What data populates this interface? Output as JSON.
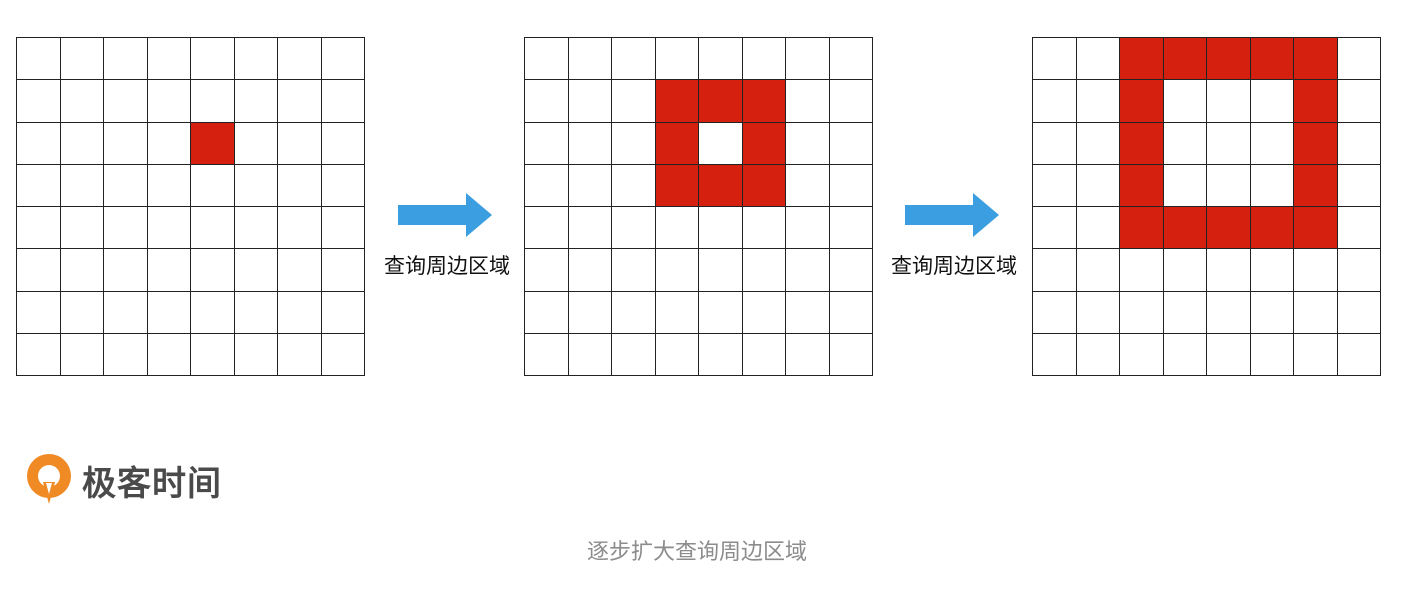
{
  "grids": [
    {
      "rows": 8,
      "cols": 8,
      "filled": [
        [
          2,
          4
        ]
      ]
    },
    {
      "rows": 8,
      "cols": 8,
      "filled": [
        [
          1,
          3
        ],
        [
          1,
          4
        ],
        [
          1,
          5
        ],
        [
          2,
          3
        ],
        [
          2,
          5
        ],
        [
          3,
          3
        ],
        [
          3,
          4
        ],
        [
          3,
          5
        ]
      ]
    },
    {
      "rows": 8,
      "cols": 8,
      "filled": [
        [
          0,
          2
        ],
        [
          0,
          3
        ],
        [
          0,
          4
        ],
        [
          0,
          5
        ],
        [
          0,
          6
        ],
        [
          1,
          2
        ],
        [
          1,
          6
        ],
        [
          2,
          2
        ],
        [
          2,
          6
        ],
        [
          3,
          2
        ],
        [
          3,
          6
        ],
        [
          4,
          2
        ],
        [
          4,
          3
        ],
        [
          4,
          4
        ],
        [
          4,
          5
        ],
        [
          4,
          6
        ]
      ]
    }
  ],
  "steps": [
    {
      "label": "查询周边区域"
    },
    {
      "label": "查询周边区域"
    }
  ],
  "logo": {
    "text": "极客时间"
  },
  "caption": "逐步扩大查询周边区域",
  "colors": {
    "fill": "#d6200f",
    "arrow": "#3a9ee0",
    "logo_orange": "#f08a24",
    "line": "#222222",
    "caption": "#8c8c8c"
  }
}
